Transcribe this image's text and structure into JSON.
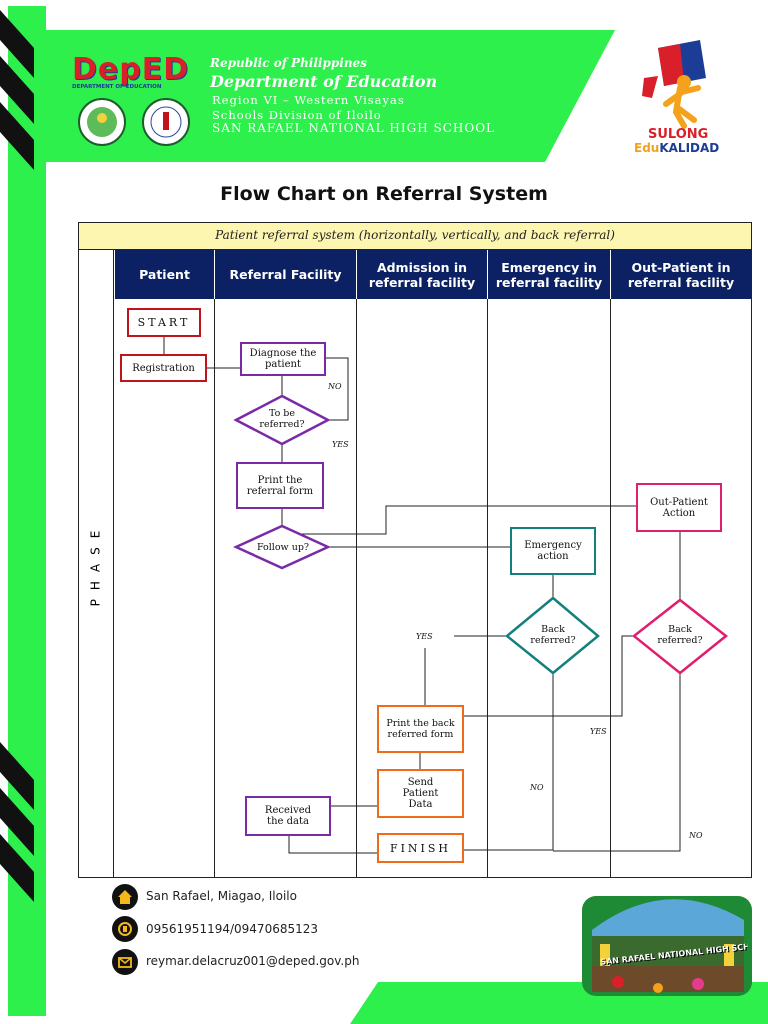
{
  "header": {
    "deped_logo_text": "DepED",
    "deped_subtext": "DEPARTMENT OF EDUCATION",
    "republic": "Republic of Philippines",
    "department": "Department of Education",
    "region": "Region VI – Western Visayas",
    "division": "Schools Division of Iloilo",
    "school": "SAN RAFAEL NATIONAL HIGH SCHOOL",
    "sulong_line1": "SULONG",
    "sulong_line2a": "Edu",
    "sulong_line2b": "KALIDAD"
  },
  "colors": {
    "green": "#2df04d",
    "navy": "#0c2163",
    "highlight": "#fdf6b0",
    "red": "#c0131b",
    "purple": "#7a2aa6",
    "teal": "#12807c",
    "pink": "#e01e6e",
    "orange": "#ef6a1a"
  },
  "title": "Flow Chart on Referral System",
  "chart": {
    "subtitle": "Patient referral system (horizontally, vertically, and back referral)",
    "phase_label": "PHASE",
    "columns": [
      "Patient",
      "Referral Facility",
      "Admission in referral facility",
      "Emergency in referral facility",
      "Out-Patient in referral facility"
    ],
    "nodes": {
      "start": "START",
      "registration": "Registration",
      "diagnose": "Diagnose the patient",
      "to_be_referred": "To be referred?",
      "print_referral": "Print the referral form",
      "follow_up": "Follow up?",
      "emergency_action": "Emergency action",
      "outpatient_action": "Out-Patient Action",
      "back_referred_emergency": "Back referred?",
      "back_referred_outpatient": "Back referred?",
      "print_back": "Print the back referred form",
      "send_data": "Send Patient Data",
      "received_data": "Received the data",
      "finish": "FINISH"
    },
    "labels": {
      "no_1": "NO",
      "yes_1": "YES",
      "yes_2": "YES",
      "yes_3": "YES",
      "no_2": "NO",
      "no_3": "NO"
    }
  },
  "footer": {
    "address": "San Rafael, Miagao, Iloilo",
    "phone": "09561951194/09470685123",
    "email": "reymar.delacruz001@deped.gov.ph",
    "photo_caption": "SAN RAFAEL NATIONAL HIGH SCHOOL"
  }
}
